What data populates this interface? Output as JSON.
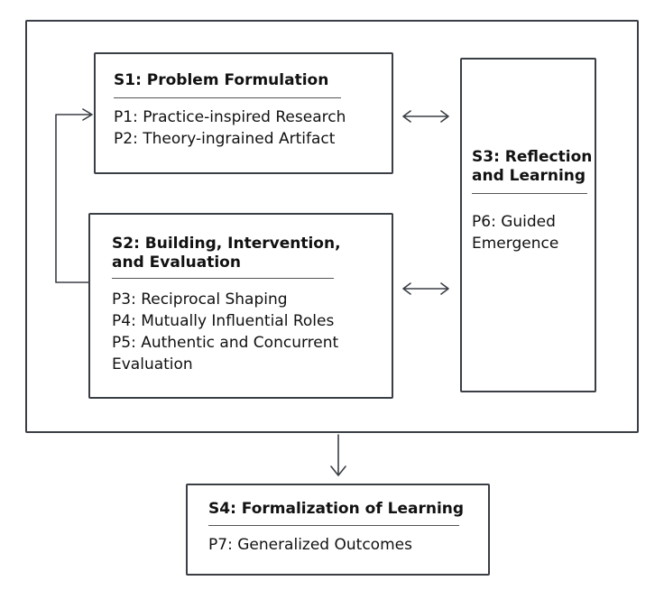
{
  "stages": {
    "s1": {
      "title": "S1: Problem Formulation",
      "principles": [
        "P1: Practice-inspired Research",
        "P2: Theory-ingrained Artifact"
      ]
    },
    "s2": {
      "title": "S2: Building, Intervention, and Evaluation",
      "principles": [
        "P3: Reciprocal Shaping",
        "P4: Mutually Influential Roles",
        "P5: Authentic and Concurrent Evaluation"
      ]
    },
    "s3": {
      "title": "S3: Reflection and Learning",
      "principles": [
        "P6: Guided Emergence"
      ]
    },
    "s4": {
      "title": "S4: Formalization of Learning",
      "principles": [
        "P7: Generalized Outcomes"
      ]
    }
  },
  "edges": [
    {
      "from": "s2",
      "to": "s1",
      "type": "feedback-loop"
    },
    {
      "from": "s1",
      "to": "s3",
      "type": "bidirectional"
    },
    {
      "from": "s2",
      "to": "s3",
      "type": "bidirectional"
    },
    {
      "from": "outer-frame",
      "to": "s4",
      "type": "directed"
    }
  ],
  "colors": {
    "stroke": "#3a3e45",
    "text": "#111111"
  }
}
